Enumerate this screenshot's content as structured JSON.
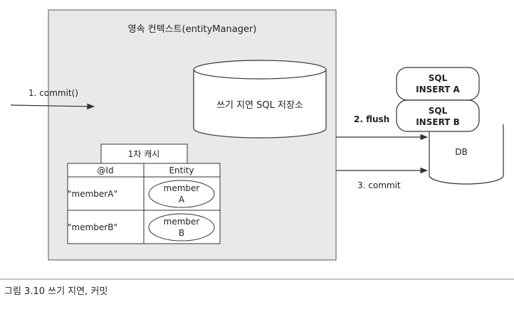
{
  "persistence_context": {
    "title": "영속 컨텍스트(entityManager)"
  },
  "write_behind_store": {
    "label": "쓰기 지연 SQL 저장소"
  },
  "first_level_cache": {
    "title": "1차 캐시",
    "headers": [
      "@Id",
      "Entity"
    ],
    "rows": [
      {
        "id": "\"memberA\"",
        "entity_line1": "member",
        "entity_line2": "A"
      },
      {
        "id": "\"memberB\"",
        "entity_line1": "member",
        "entity_line2": "B"
      }
    ]
  },
  "sql_queue": [
    {
      "line1": "SQL",
      "line2": "INSERT A"
    },
    {
      "line1": "SQL",
      "line2": "INSERT B"
    }
  ],
  "database": {
    "label": "DB"
  },
  "steps": {
    "commit_in": "1. commit()",
    "flush": "2. flush",
    "commit_db": "3. commit"
  },
  "caption": "그림 3.10 쓰기 지연, 커밋",
  "colors": {
    "context_fill": "#e9e9e9",
    "line": "#333333",
    "caption_rule": "#888888"
  }
}
